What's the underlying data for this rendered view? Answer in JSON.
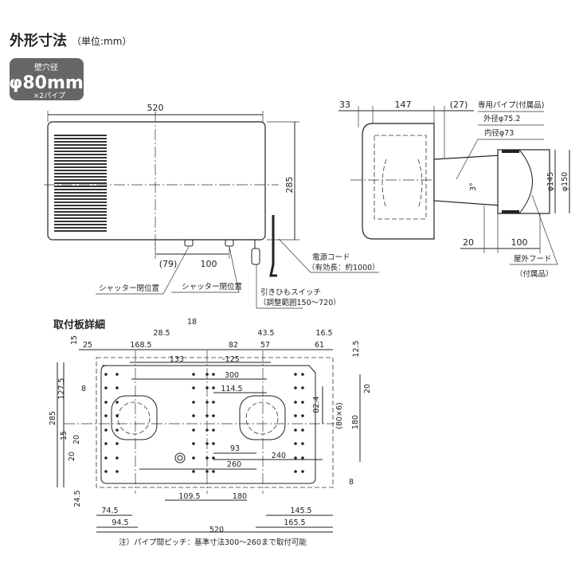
{
  "title": {
    "main": "外形寸法",
    "unit": "（単位:mm）"
  },
  "badge": {
    "line1": "壁穴径",
    "line2": "φ80mm",
    "line3": "×2パイプ",
    "color": "#666666"
  },
  "front_view": {
    "width": "520",
    "height": "285",
    "offset": "(79)",
    "pitch": "100",
    "shutter_label_1": "シャッター閉位置",
    "shutter_label_2": "シャッター閉位置",
    "cord_label": "電源コード",
    "cord_length": "（有効長：約1000）",
    "switch_label": "引きひもスイッチ",
    "switch_range": "（調整範囲150～720）"
  },
  "side_view": {
    "d33": "33",
    "d147": "147",
    "d27": "(27)",
    "pipe_label": "専用パイプ(付属品)",
    "outer_dia": "外径φ75.2",
    "inner_dia": "内径φ73",
    "angle": "3°",
    "hood_d145": "φ145",
    "hood_d150": "φ150",
    "d20": "20",
    "d100": "100",
    "hood_label": "屋外フード",
    "hood_note": "（付属品）"
  },
  "plate": {
    "title": "取付板詳細",
    "dims": {
      "d15a": "15",
      "d25": "25",
      "d168_5": "168.5",
      "d28_5": "28.5",
      "d18": "18",
      "d82": "82",
      "d43_5": "43.5",
      "d57": "57",
      "d16_5": "16.5",
      "d61": "61",
      "d12_5": "12.5",
      "d133": "133",
      "d125": "-125",
      "d300": "300",
      "d114_5": "114.5",
      "d127_5": "127.5",
      "d8a": "8",
      "d285": "285",
      "d15b": "15",
      "d20a": "20",
      "d20b": "20",
      "d82_4": "82.4",
      "d80x6": "(80×6)",
      "d180v": "180",
      "d20c": "20",
      "d93": "93",
      "d240": "240",
      "d260": "260",
      "d8b": "8",
      "d24_5": "24.5",
      "d109_5": "109.5",
      "d180h": "180",
      "d74_5": "74.5",
      "d94_5": "94.5",
      "d145_5": "145.5",
      "d165_5": "165.5",
      "d520": "520"
    },
    "note": "注）パイプ間ピッチ：基準寸法300～260まで取付可能"
  }
}
